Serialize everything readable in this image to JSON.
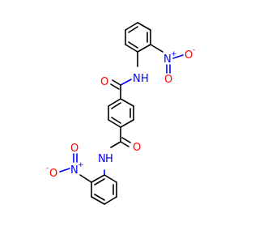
{
  "molecule": {
    "atoms": {
      "o_carbonyl_top": "O",
      "nh_top": "N",
      "h_top": "H",
      "n_nitro_top": "N",
      "n_nitro_top_charge": "+",
      "o_nitro_top_right": "O",
      "o_nitro_top_right_charge": "-",
      "o_nitro_top_down": "O",
      "o_carbonyl_bottom": "O",
      "nh_bottom": "N",
      "h_bottom": "H",
      "n_nitro_bottom": "N",
      "n_nitro_bottom_charge": "+",
      "o_nitro_bottom_left": "O",
      "o_nitro_bottom_left_charge": "-",
      "o_nitro_bottom_up": "O"
    },
    "colors": {
      "carbon": "#000000",
      "oxygen": "#ff0000",
      "nitrogen": "#0000ff"
    }
  }
}
